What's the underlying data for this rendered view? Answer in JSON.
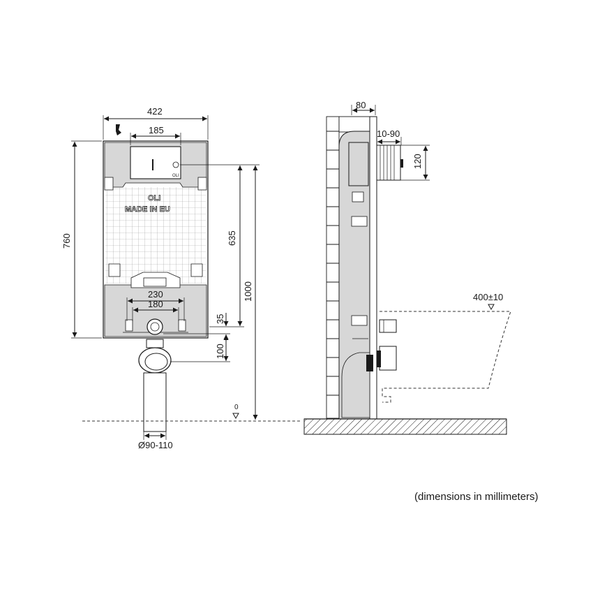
{
  "front_view": {
    "frame_label": "OLI",
    "made_in_label": "MADE IN EU",
    "push_plate_label": "OLI",
    "dims": {
      "width": "422",
      "plate_width": "185",
      "height": "760",
      "upper": "635",
      "total": "1000",
      "fixing_outer": "230",
      "fixing_inner": "180",
      "outlet_height": "35",
      "pipe_depth": "100",
      "pipe_diameter": "Ø90-110",
      "floor_zero": "0"
    }
  },
  "side_view": {
    "dims": {
      "depth": "80",
      "wall_range": "10-90",
      "inlet_height": "120",
      "bowl_projection": "400±10"
    }
  },
  "footnote": "(dimensions in millimeters)",
  "colors": {
    "line": "#1a1a1a",
    "frame_fill": "#d7d7d7",
    "grid": "#9a9a9a",
    "tile_fill": "#ffffff"
  }
}
